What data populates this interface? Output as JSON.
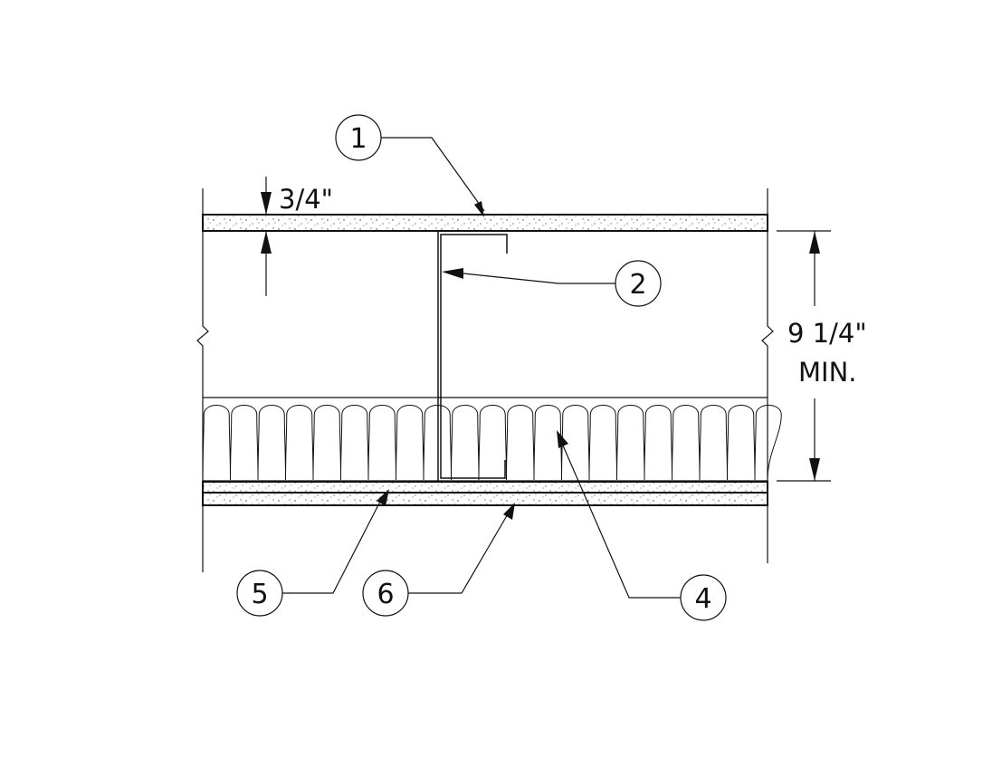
{
  "dimensions": {
    "thickness": "3/4\"",
    "depth_line1": "9 1/4\"",
    "depth_line2": "MIN."
  },
  "callouts": [
    "1",
    "2",
    "4",
    "5",
    "6"
  ],
  "colors": {
    "line": "#111111",
    "background": "#ffffff"
  }
}
